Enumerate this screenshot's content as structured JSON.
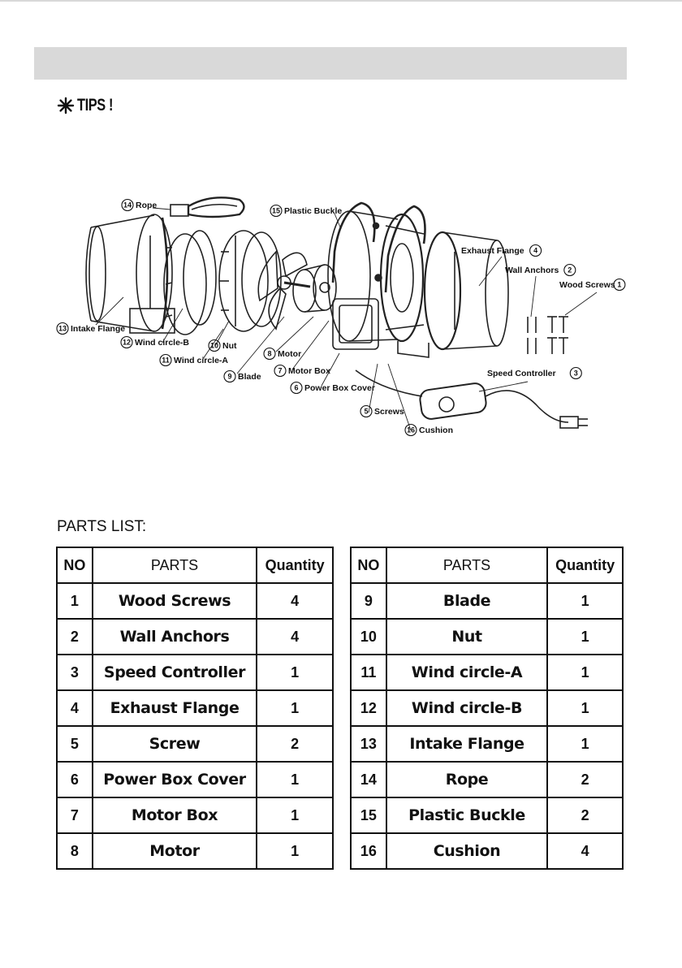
{
  "tips": {
    "label": "TIPS !"
  },
  "diagram": {
    "labels": [
      {
        "num": "14",
        "text": "Rope"
      },
      {
        "num": "15",
        "text": "Plastic Buckle"
      },
      {
        "num": "4",
        "text": "Exhaust Flange"
      },
      {
        "num": "2",
        "text": "Wall Anchors"
      },
      {
        "num": "1",
        "text": "Wood Screws"
      },
      {
        "num": "13",
        "text": "Intake Flange"
      },
      {
        "num": "12",
        "text": "Wind circle-B"
      },
      {
        "num": "10",
        "text": "Nut"
      },
      {
        "num": "11",
        "text": "Wind circle-A"
      },
      {
        "num": "8",
        "text": "Motor"
      },
      {
        "num": "9",
        "text": "Blade"
      },
      {
        "num": "7",
        "text": "Motor Box"
      },
      {
        "num": "3",
        "text": "Speed  Controller"
      },
      {
        "num": "6",
        "text": "Power Box Cover"
      },
      {
        "num": "5",
        "text": "Screws"
      },
      {
        "num": "16",
        "text": "Cushion"
      }
    ]
  },
  "parts_list": {
    "title": "PARTS LIST:",
    "headers": {
      "no": "NO",
      "parts": "PARTS",
      "quantity": "Quantity"
    },
    "left": [
      {
        "no": "1",
        "part": "Wood Screws",
        "qty": "4"
      },
      {
        "no": "2",
        "part": "Wall Anchors",
        "qty": "4"
      },
      {
        "no": "3",
        "part": "Speed  Controller",
        "qty": "1"
      },
      {
        "no": "4",
        "part": "Exhaust Flange",
        "qty": "1"
      },
      {
        "no": "5",
        "part": "Screw",
        "qty": "2"
      },
      {
        "no": "6",
        "part": "Power Box Cover",
        "qty": "1"
      },
      {
        "no": "7",
        "part": "Motor Box",
        "qty": "1"
      },
      {
        "no": "8",
        "part": "Motor",
        "qty": "1"
      }
    ],
    "right": [
      {
        "no": "9",
        "part": "Blade",
        "qty": "1"
      },
      {
        "no": "10",
        "part": "Nut",
        "qty": "1"
      },
      {
        "no": "11",
        "part": "Wind circle-A",
        "qty": "1"
      },
      {
        "no": "12",
        "part": "Wind circle-B",
        "qty": "1"
      },
      {
        "no": "13",
        "part": "Intake Flange",
        "qty": "1"
      },
      {
        "no": "14",
        "part": "Rope",
        "qty": "2"
      },
      {
        "no": "15",
        "part": "Plastic Buckle",
        "qty": "2"
      },
      {
        "no": "16",
        "part": "Cushion",
        "qty": "4"
      }
    ]
  }
}
